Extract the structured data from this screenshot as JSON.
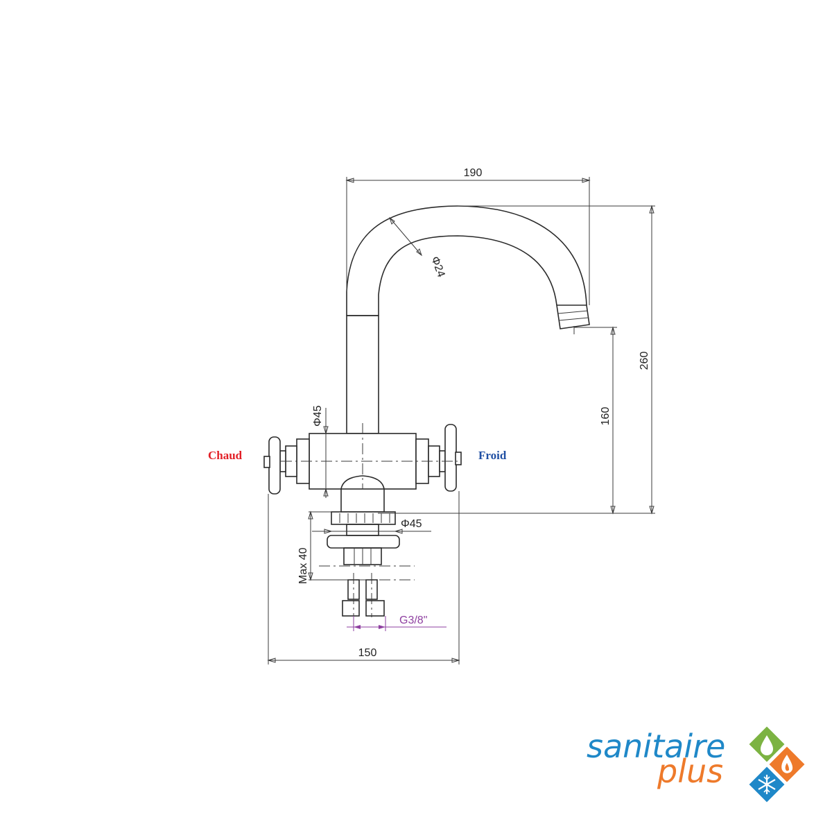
{
  "dimensions": {
    "width_top": "190",
    "height_total": "260",
    "height_spout": "160",
    "pipe_diameter": "Φ24",
    "body_diameter": "Φ45",
    "base_diameter": "Φ45",
    "max_thickness": "Max 40",
    "thread": "G3/8\"",
    "width_bottom": "150"
  },
  "labels": {
    "hot": "Chaud",
    "cold": "Froid"
  },
  "colors": {
    "hot": "#e21f26",
    "cold": "#1f4fa3",
    "thread": "#8e3fa0",
    "logo_blue": "#1f88c8",
    "logo_orange": "#ee7a2b",
    "logo_green": "#7cb342"
  },
  "logo": {
    "line1": "sanitaire",
    "line2": "plus"
  }
}
